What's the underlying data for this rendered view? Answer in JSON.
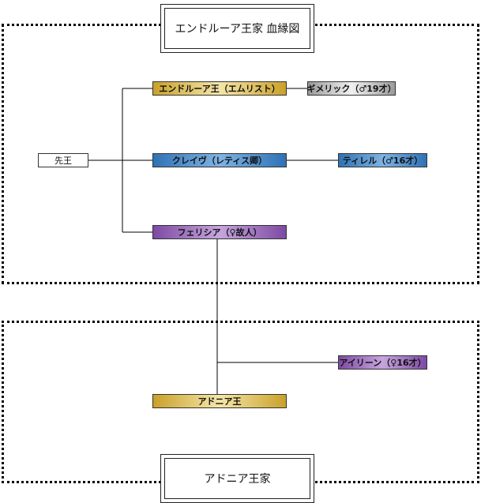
{
  "titles": {
    "top": "エンドルーア王家 血縁図",
    "bottom": "アドニア王家"
  },
  "nodes": {
    "senou": "先王",
    "endlua_king": "エンドルーア王（エムリスト）",
    "gimerick": "ギメリック（♂19才）",
    "cleive": "クレイヴ（レティス卿）",
    "tirell": "ティレル（♂16才）",
    "felicia": "フェリシア（♀故人）",
    "irene": "アイリーン（♀16才）",
    "adonia_king": "アドニア王"
  },
  "colors": {
    "gold": "#c9a12a",
    "blue": "#2f72b6",
    "purple": "#7d4aa3",
    "grey": "#9a9a9a",
    "line": "#000000"
  }
}
